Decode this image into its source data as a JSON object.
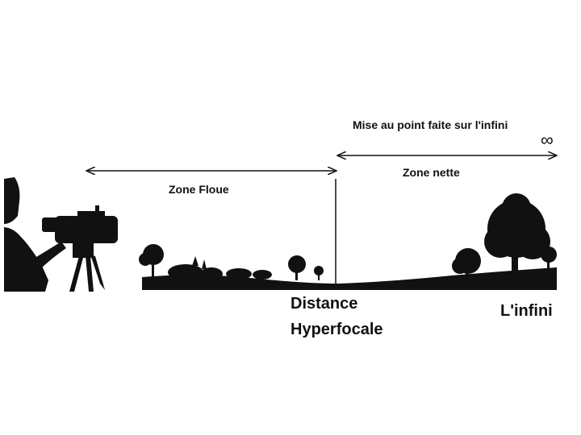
{
  "diagram": {
    "labels": {
      "focus_note": "Mise au point faite sur l'infini",
      "infinity_symbol": "∞",
      "sharp_zone": "Zone nette",
      "blurry_zone": "Zone Floue",
      "hyperfocal_line1": "Distance",
      "hyperfocal_line2": "Hyperfocale",
      "infinity": "L'infini"
    },
    "colors": {
      "ink": "#111111",
      "background": "#ffffff"
    },
    "icons": [
      "camera-operator-silhouette",
      "tree-silhouette",
      "bush-silhouette"
    ]
  }
}
